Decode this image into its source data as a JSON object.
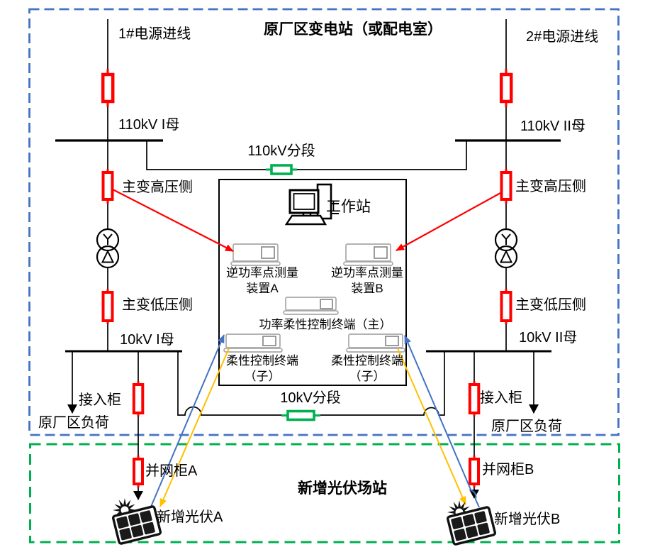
{
  "labels": {
    "title": "原厂区变电站（或配电室）",
    "feeder1": "1#电源进线",
    "feeder2": "2#电源进线",
    "bus110_1": "110kV I母",
    "bus110_2": "110kV II母",
    "sec110": "110kV分段",
    "tx_hv": "主变高压侧",
    "tx_lv": "主变低压侧",
    "bus10_1": "10kV I母",
    "bus10_2": "10kV II母",
    "sec10": "10kV分段",
    "access": "接入柜",
    "load": "原厂区负荷",
    "workstation": "工作站",
    "meter_line1": "逆功率点测量",
    "meter_a_line2": "装置A",
    "meter_b_line2": "装置B",
    "master_terminal": "功率柔性控制终端（主）",
    "sub_line1": "柔性控制终端",
    "sub_line2": "（子）",
    "cabinet_a": "并网柜A",
    "cabinet_b": "并网柜B",
    "pv_a": "新增光伏A",
    "pv_b": "新增光伏B",
    "pv_title": "新增光伏场站"
  },
  "colors": {
    "breaker_red": "#FF0000",
    "section_green": "#00B050",
    "boundary_blue": "#4472C4",
    "boundary_green": "#00B050",
    "arrow_blue": "#4472C4",
    "arrow_yellow": "#FFC000",
    "line_black": "#000000",
    "device_gray": "#A8A8A8"
  },
  "icons": {
    "workstation": "workstation-icon (monitor + tower + keyboard shape)",
    "device": "rack-device-icon (gray box with indicator square)",
    "transformer": "transformer-icon (two circles, wye/delta)",
    "breaker": "breaker-icon (red rectangle)",
    "section_breaker": "section-breaker-icon (green rectangle)",
    "pv_panel": "solar-panel-icon",
    "sun": "sun-icon"
  }
}
